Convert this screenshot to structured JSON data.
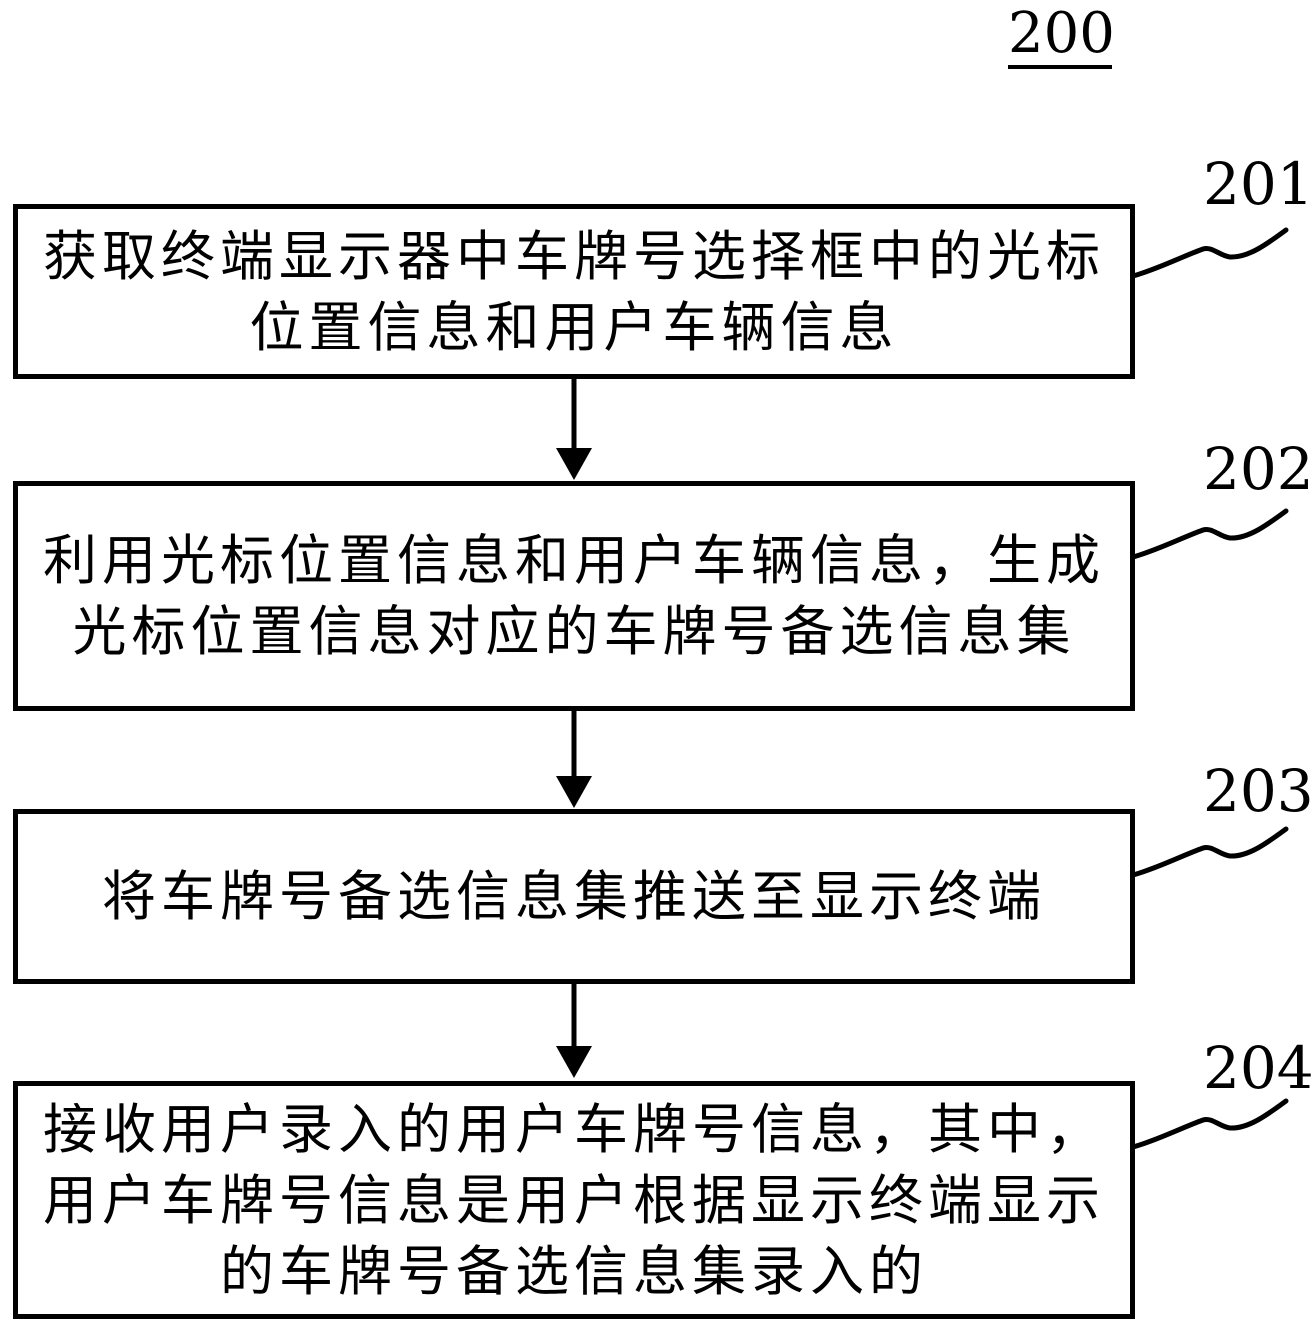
{
  "figure": {
    "number": "200",
    "colors": {
      "ink": "#000000",
      "background": "#ffffff"
    },
    "steps": [
      {
        "id": "201",
        "lines": [
          "获取终端显示器中车牌号选择框中的光标",
          "位置信息和用户车辆信息"
        ]
      },
      {
        "id": "202",
        "lines": [
          "利用光标位置信息和用户车辆信息，生成",
          "光标位置信息对应的车牌号备选信息集"
        ]
      },
      {
        "id": "203",
        "lines": [
          "将车牌号备选信息集推送至显示终端"
        ]
      },
      {
        "id": "204",
        "lines": [
          "接收用户录入的用户车牌号信息，其中，",
          "用户车牌号信息是用户根据显示终端显示",
          "的车牌号备选信息集录入的"
        ]
      }
    ]
  }
}
